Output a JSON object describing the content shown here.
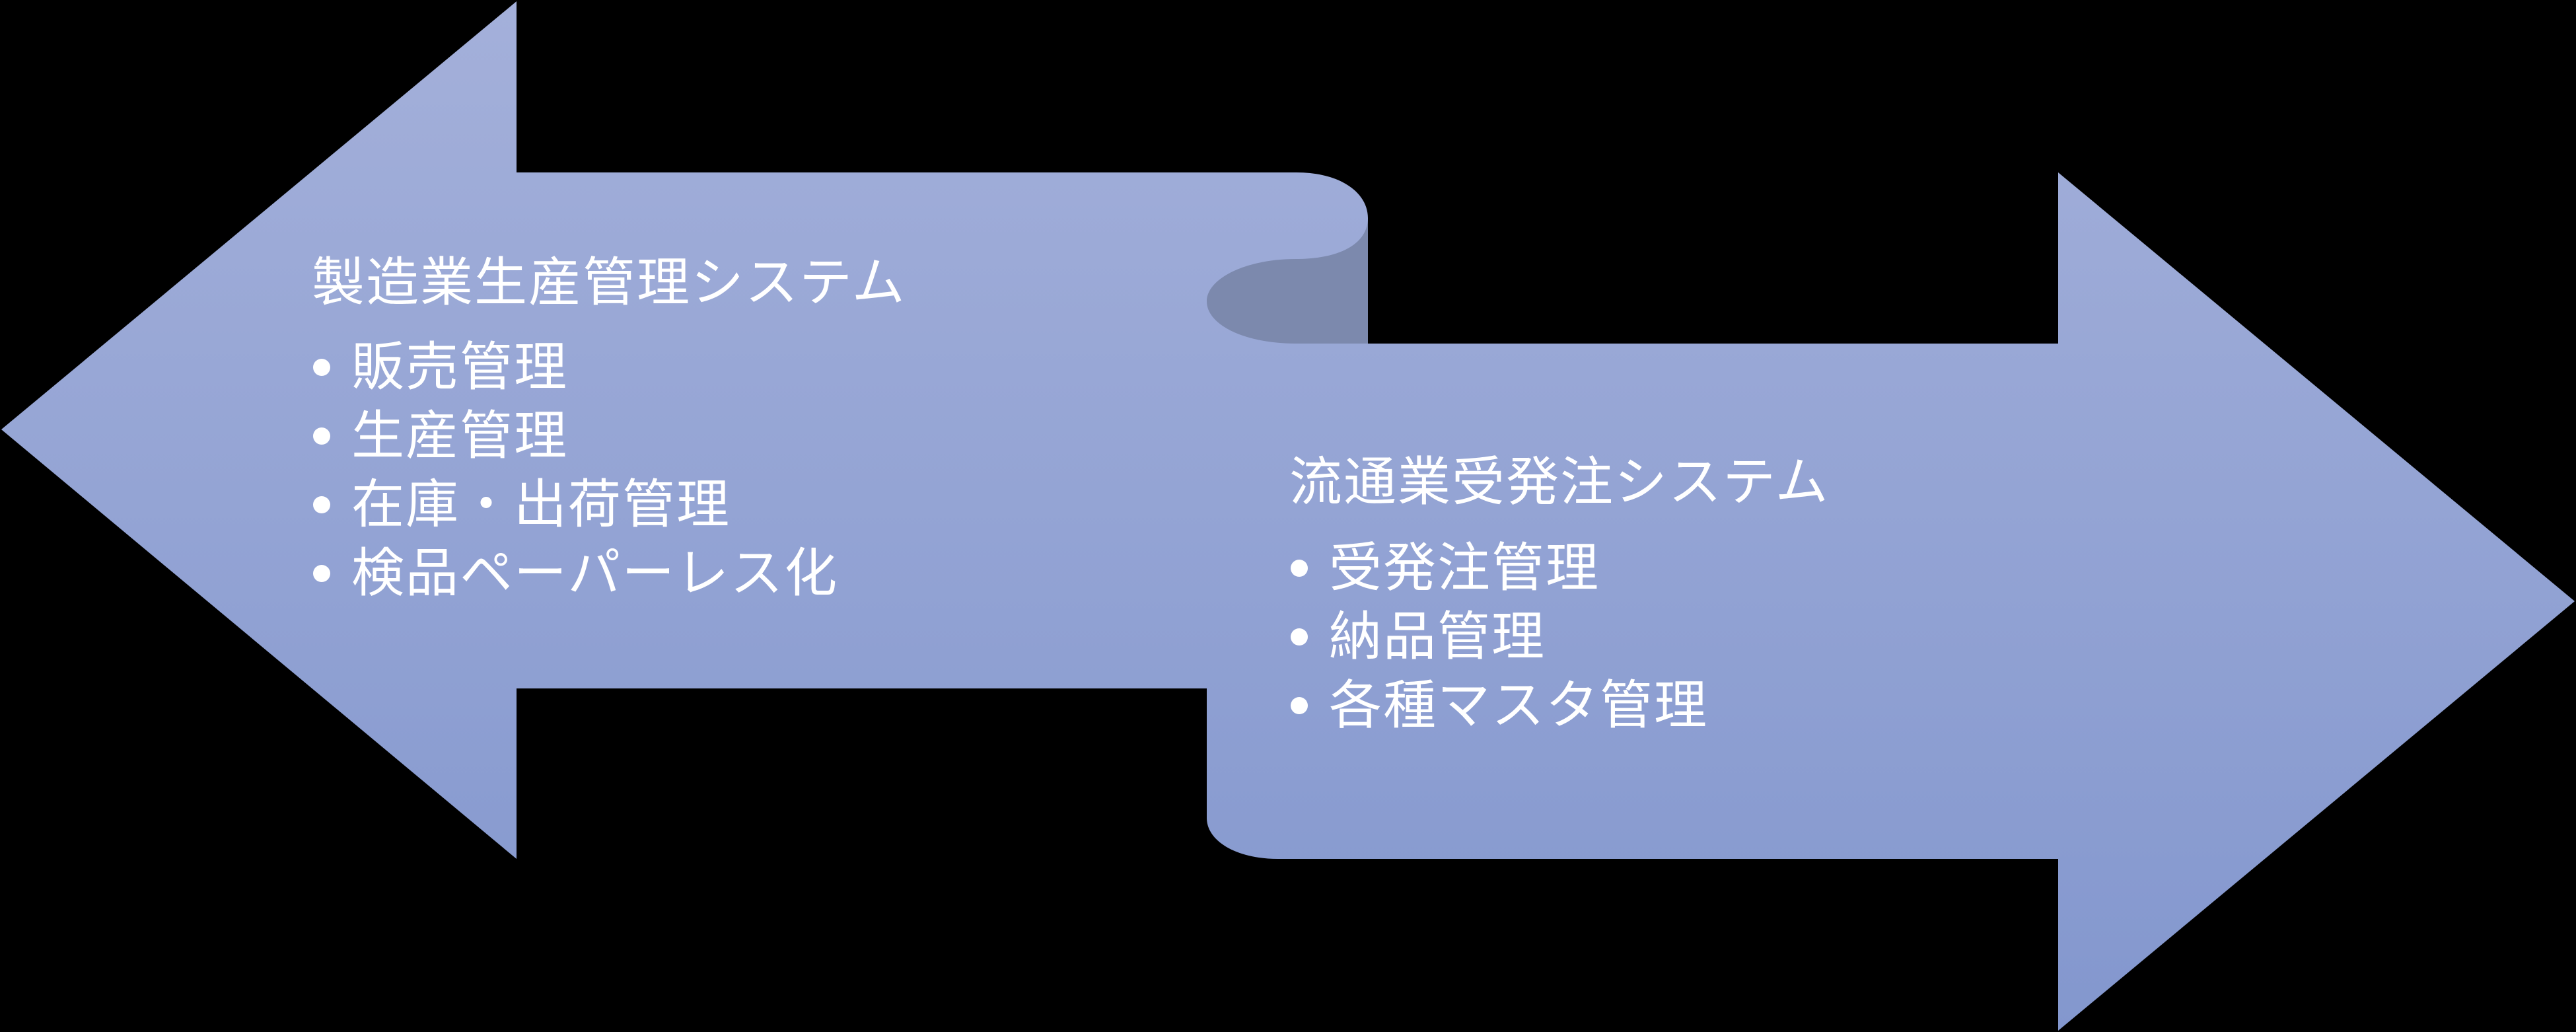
{
  "diagram": {
    "type": "bidirectional-arrows",
    "colors": {
      "background": "#000000",
      "arrow_gradient_top": "#A4B0DA",
      "arrow_gradient_bottom": "#8397CE",
      "fold_shadow": "#7C89AD",
      "text": "#FFFFFF"
    },
    "left_arrow": {
      "direction": "left",
      "title": "製造業生産管理システム",
      "items": [
        "販売管理",
        "生産管理",
        "在庫・出荷管理",
        "検品ペーパーレス化"
      ]
    },
    "right_arrow": {
      "direction": "right",
      "title": "流通業受発注システム",
      "items": [
        "受発注管理",
        "納品管理",
        "各種マスタ管理"
      ]
    }
  }
}
